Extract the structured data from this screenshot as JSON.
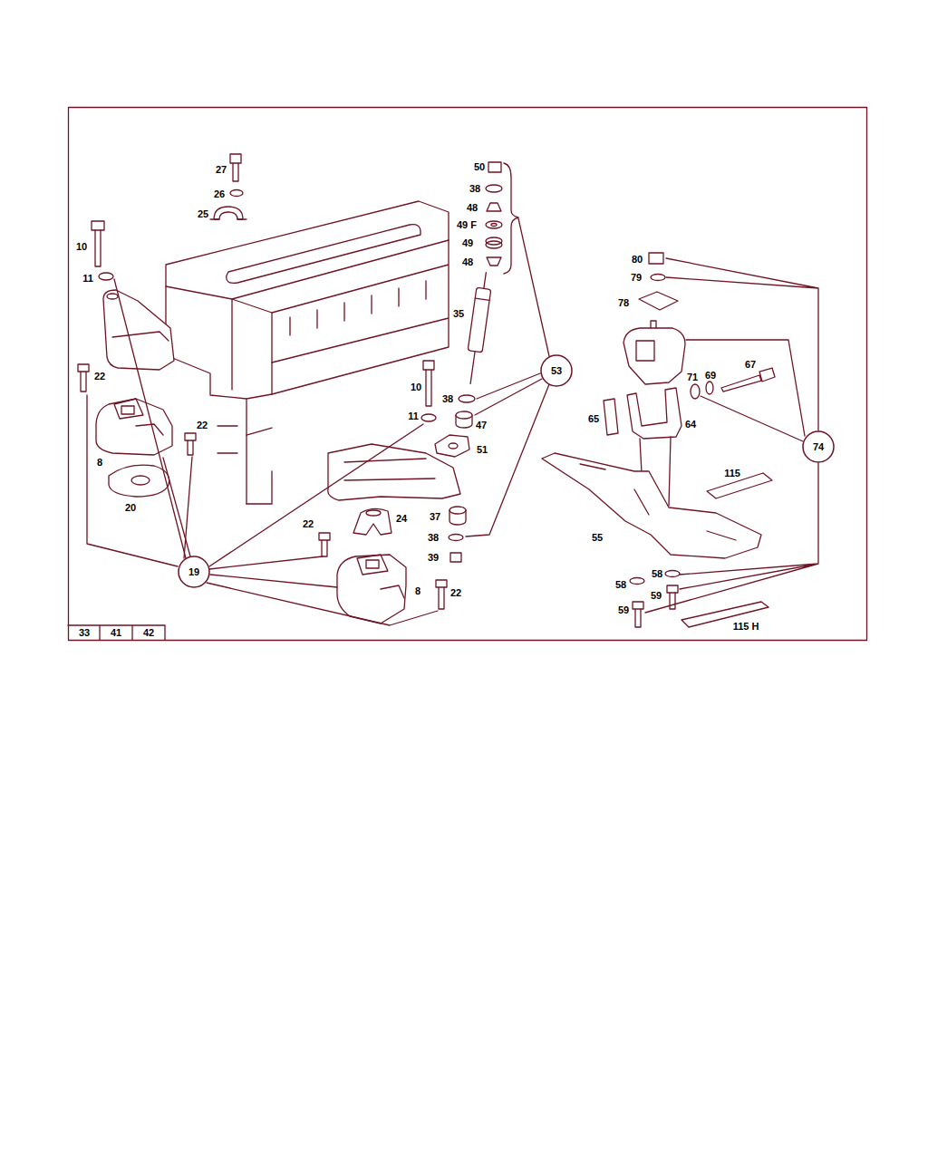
{
  "diagram": {
    "nodes": [
      {
        "text": [
          "53"
        ]
      },
      {
        "text": [
          "74"
        ]
      },
      {
        "text": [
          "19"
        ]
      }
    ],
    "labels": [
      "27",
      "26",
      "25",
      "10",
      "11",
      "22",
      "22",
      "8",
      "20",
      "50",
      "38",
      "48",
      "49 F",
      "49",
      "48",
      "35",
      "10",
      "38",
      "11",
      "47",
      "51",
      "22",
      "24",
      "37",
      "38",
      "39",
      "8",
      "22",
      "80",
      "79",
      "78",
      "67",
      "71",
      "69",
      "65",
      "64",
      "115",
      "55",
      "58",
      "58",
      "59",
      "59",
      "115 H",
      "33",
      "41",
      "42"
    ]
  }
}
